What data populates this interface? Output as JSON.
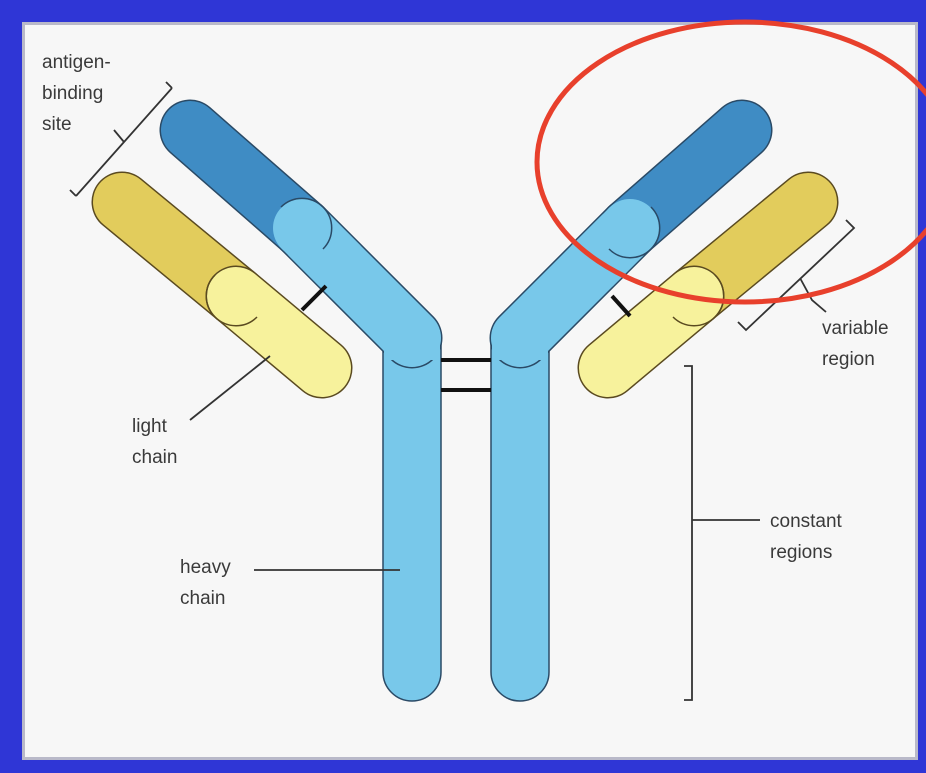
{
  "labels": {
    "antigen_binding_site": [
      "antigen-",
      "binding",
      "site"
    ],
    "light_chain": [
      "light",
      "chain"
    ],
    "heavy_chain": [
      "heavy",
      "chain"
    ],
    "variable_region": [
      "variable",
      "region"
    ],
    "constant_regions": [
      "constant",
      "regions"
    ]
  },
  "colors": {
    "frame": "#2f36d6",
    "panel_background": "#f7f7f7",
    "heavy_variable": "#3f8cc4",
    "heavy_constant": "#78c8ea",
    "light_variable": "#e2cc5c",
    "light_constant": "#f7f29c",
    "highlight_ellipse": "#e8402c"
  }
}
